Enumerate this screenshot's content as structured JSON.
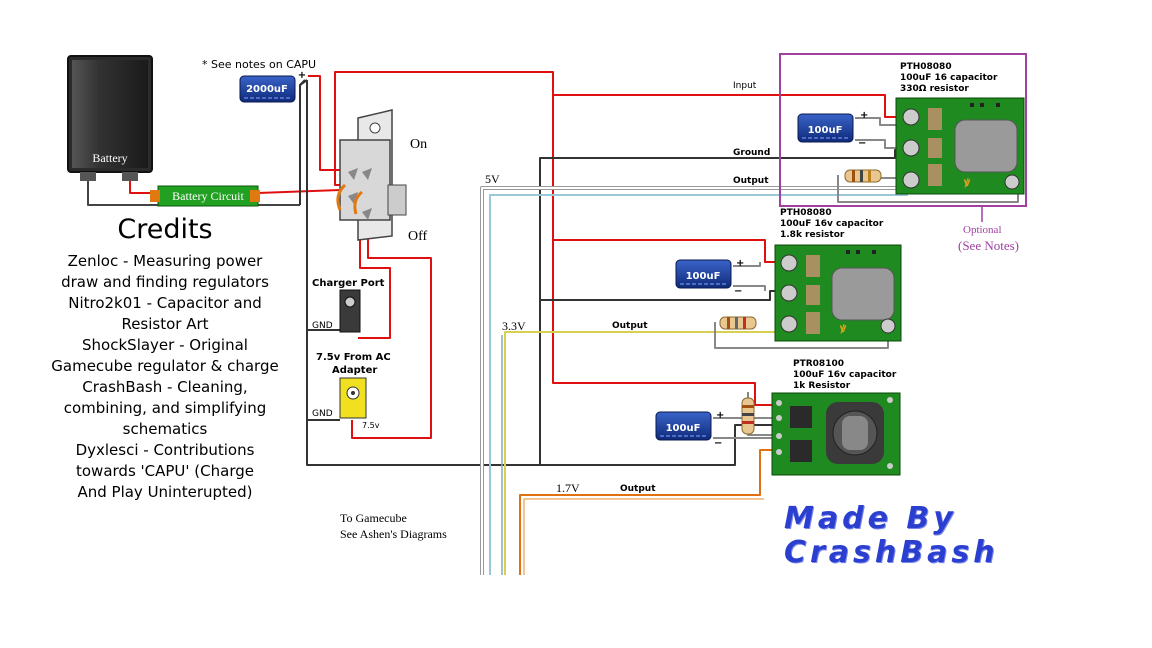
{
  "battery": {
    "label": "Battery"
  },
  "battery_circuit": {
    "label": "Battery Circuit"
  },
  "capu_note": "* See notes on CAPU",
  "capacitor_main": {
    "label": "2000uF",
    "polarity": "+"
  },
  "switch": {
    "on_label": "On",
    "off_label": "Off"
  },
  "charger_port": {
    "label": "Charger Port",
    "gnd": "GND"
  },
  "adapter": {
    "label_line1": "7.5v From AC",
    "label_line2": "Adapter",
    "gnd": "GND",
    "voltage": "7.5v"
  },
  "credits": {
    "title": "Credits",
    "lines": [
      "Zenloc - Measuring power",
      "draw and finding regulators",
      "Nitro2k01 - Capacitor and",
      "Resistor Art",
      "ShockSlayer - Original",
      "Gamecube regulator & charge",
      "CrashBash - Cleaning,",
      "combining, and simplifying",
      "schematics",
      "Dyxlesci - Contributions",
      "towards 'CAPU' (Charge",
      "And Play Uninterupted)"
    ]
  },
  "wire_labels": {
    "input": "Input",
    "ground": "Ground",
    "output": "Output",
    "v5": "5V",
    "v33": "3.3V",
    "v17": "1.7V"
  },
  "regulators": [
    {
      "name": "PTH08080",
      "cap": "100uF 16 capacitor",
      "res": "330Ω resistor",
      "cap_label": "100uF"
    },
    {
      "name": "PTH08080",
      "cap": "100uF 16v capacitor",
      "res": "1.8k resistor",
      "cap_label": "100uF"
    },
    {
      "name": "PTR08100",
      "cap": "100uF 16v capacitor",
      "res": "1k Resistor",
      "cap_label": "100uF"
    }
  ],
  "optional": {
    "line1": "Optional",
    "line2": "(See Notes)"
  },
  "gamecube": {
    "line1": "To Gamecube",
    "line2": "See Ashen's Diagrams"
  },
  "made_by": {
    "line1": "Made By",
    "line2": "CrashBash"
  },
  "colors": {
    "red_wire": "#e01010",
    "black_wire": "#202020",
    "board_green": "#1f8a1f",
    "cap_blue": "#1a3d9c",
    "optional_box": "#a040a0"
  }
}
